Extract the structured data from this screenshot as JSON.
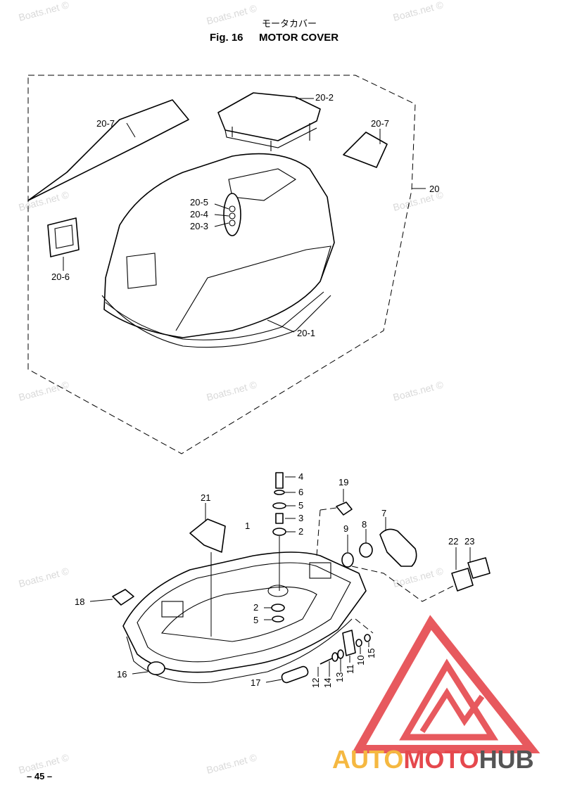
{
  "header": {
    "title_jp": "モータカバー",
    "fig_number": "Fig. 16",
    "title_en": "MOTOR COVER"
  },
  "callouts": {
    "c20_7a": "20-7",
    "c20_7b": "20-7",
    "c20_2": "20-2",
    "c20": "20",
    "c20_5": "20-5",
    "c20_4": "20-4",
    "c20_3": "20-3",
    "c20_6": "20-6",
    "c20_1": "20-1",
    "c4": "4",
    "c6": "6",
    "c5a": "5",
    "c3": "3",
    "c2a": "2",
    "c19": "19",
    "c21": "21",
    "c1": "1",
    "c9": "9",
    "c8": "8",
    "c7": "7",
    "c22": "22",
    "c23": "23",
    "c18": "18",
    "c2b": "2",
    "c5b": "5",
    "c16": "16",
    "c17": "17",
    "c12": "12",
    "c14": "14",
    "c13": "13",
    "c11": "11",
    "c10": "10",
    "c15": "15"
  },
  "watermark": "Boats.net ©",
  "page_number": "– 45 –",
  "logo": {
    "part1": "AUTO",
    "part2": "MOTO",
    "part3": "HUB",
    "color_auto": "#f5b841",
    "color_moto": "#e5484d",
    "color_hub": "#555555",
    "color_triangle": "#e5484d"
  }
}
